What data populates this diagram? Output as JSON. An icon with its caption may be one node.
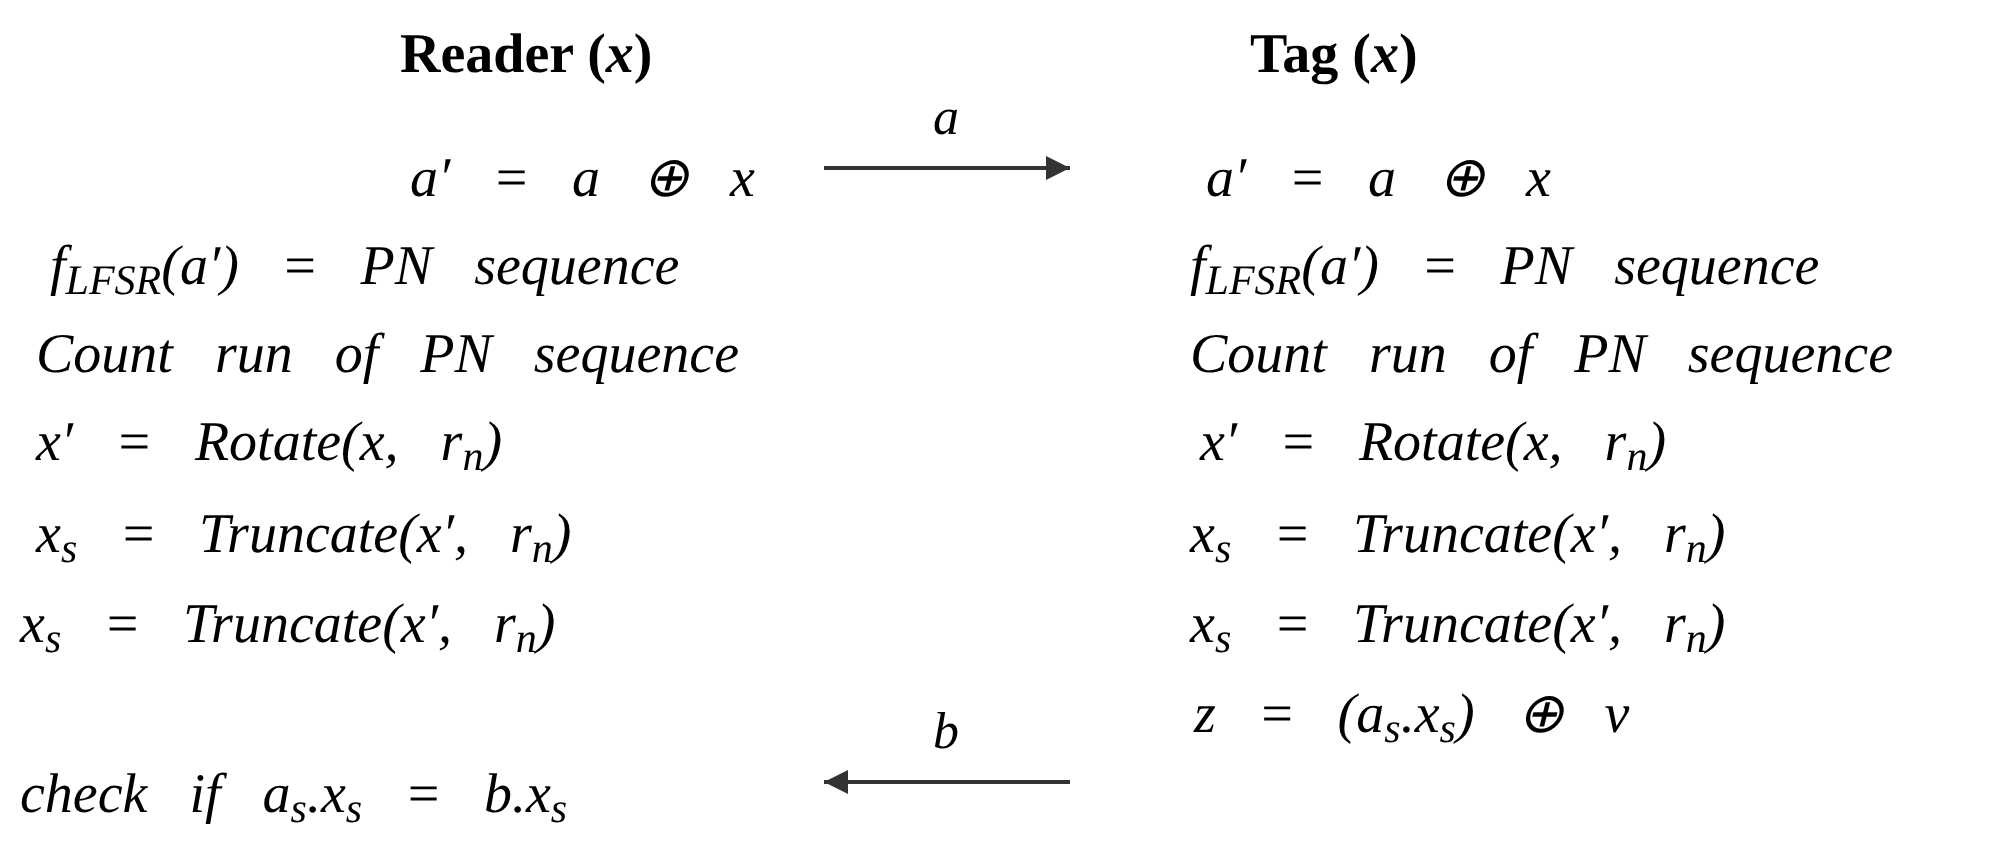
{
  "diagram": {
    "nodes": [
      {
        "text": [
          "Reader (*x*)",
          "a′ = a ⊕ x",
          "f$_{LFSR}$(a′) = PN sequence",
          "Count run of PN sequence",
          "x′ = Rotate(x, r$_{n}$)",
          "x$_{s}$ = Truncate(x′, r$_{n}$)",
          "x$_{s}$ = Truncate(x′, r$_{n}$)",
          "check if a$_{s}$.x$_{s}$ = b.x$_{s}$"
        ]
      },
      {
        "text": [
          "Tag (*x*)",
          "a′ = a ⊕ x",
          "f$_{LFSR}$(a′) = PN sequence",
          "Count run of PN sequence",
          "x′ = Rotate(x, r$_{n}$)",
          "x$_{s}$ = Truncate(x′, r$_{n}$)",
          "x$_{s}$ = Truncate(x′, r$_{n}$)",
          "z = (a$_{s}$.x$_{s}$) ⊕ v"
        ]
      }
    ],
    "edges": [
      {
        "from": 0,
        "to": 1,
        "arrow": "to",
        "label": "a"
      },
      {
        "from": 1,
        "to": 0,
        "arrow": "to",
        "label": "b"
      }
    ]
  }
}
